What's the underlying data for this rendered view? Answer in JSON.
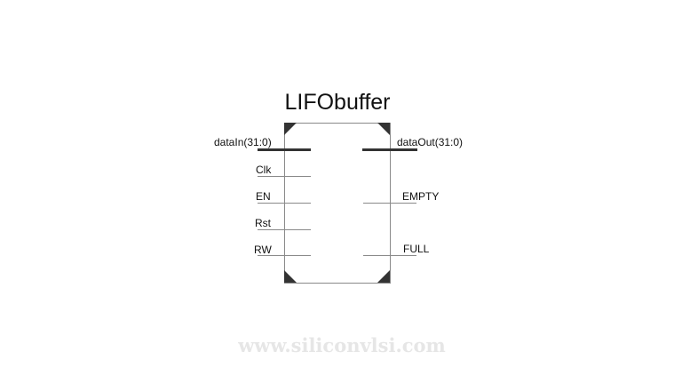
{
  "block": {
    "title": "LIFObuffer",
    "inputs": [
      {
        "label": "dataIn(31:0)",
        "type": "bus"
      },
      {
        "label": "Clk",
        "type": "signal"
      },
      {
        "label": "EN",
        "type": "signal"
      },
      {
        "label": "Rst",
        "type": "signal"
      },
      {
        "label": "RW",
        "type": "signal"
      }
    ],
    "outputs": [
      {
        "label": "dataOut(31:0)",
        "type": "bus"
      },
      {
        "label": "EMPTY",
        "type": "signal"
      },
      {
        "label": "FULL",
        "type": "signal"
      }
    ]
  },
  "watermark": "www.siliconvlsi.com",
  "colors": {
    "box_border": "#8a8a8a",
    "corner_fill": "#333333",
    "bus_line": "#333333",
    "watermark": "#e6e6e6"
  }
}
